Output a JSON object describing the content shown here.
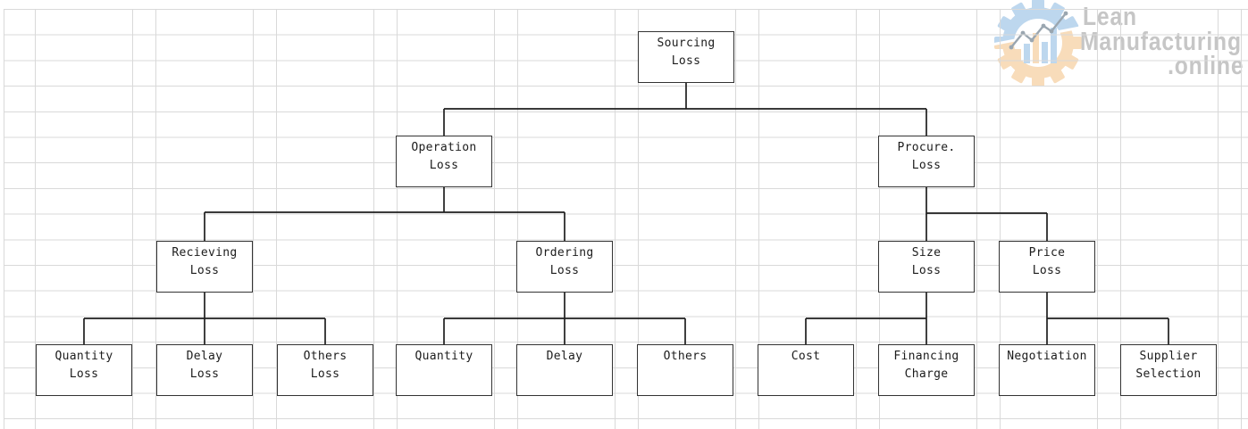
{
  "logo": {
    "brand_line1": "Lean",
    "brand_line2": "Manufacturing",
    "brand_line3": ".online",
    "colors": {
      "gear_blue": "#bdd7ee",
      "gear_orange": "#f8dcba",
      "chart_line_gray": "#9aa6b0",
      "text_gray": "#c6c6c6"
    }
  },
  "diagram": {
    "type": "loss-tree",
    "grid_color": "#d9d9d9",
    "box_border_color": "#333333",
    "connector_color": "#1f1f1f",
    "nodes": {
      "sourcing": {
        "label": "Sourcing\nLoss",
        "level": 1,
        "parent": null
      },
      "operation": {
        "label": "Operation\nLoss",
        "level": 2,
        "parent": "sourcing"
      },
      "procure": {
        "label": "Procure.\nLoss",
        "level": 2,
        "parent": "sourcing"
      },
      "recieving": {
        "label": "Recieving\nLoss",
        "level": 3,
        "parent": "operation"
      },
      "ordering": {
        "label": "Ordering\nLoss",
        "level": 3,
        "parent": "operation"
      },
      "size": {
        "label": "Size\nLoss",
        "level": 3,
        "parent": "procure"
      },
      "price": {
        "label": "Price\nLoss",
        "level": 3,
        "parent": "procure"
      },
      "quantity_loss": {
        "label": "Quantity\nLoss",
        "level": 4,
        "parent": "recieving"
      },
      "delay_loss": {
        "label": "Delay\nLoss",
        "level": 4,
        "parent": "recieving"
      },
      "others_loss": {
        "label": "Others\nLoss",
        "level": 4,
        "parent": "recieving"
      },
      "quantity": {
        "label": "Quantity",
        "level": 4,
        "parent": "ordering"
      },
      "delay": {
        "label": "Delay",
        "level": 4,
        "parent": "ordering"
      },
      "others": {
        "label": "Others",
        "level": 4,
        "parent": "ordering"
      },
      "cost": {
        "label": "Cost",
        "level": 4,
        "parent": "size"
      },
      "financing_charge": {
        "label": "Financing\nCharge",
        "level": 4,
        "parent": "size"
      },
      "negotiation": {
        "label": "Negotiation",
        "level": 4,
        "parent": "price"
      },
      "supplier_selection": {
        "label": "Supplier\nSelection",
        "level": 4,
        "parent": "price"
      }
    }
  }
}
